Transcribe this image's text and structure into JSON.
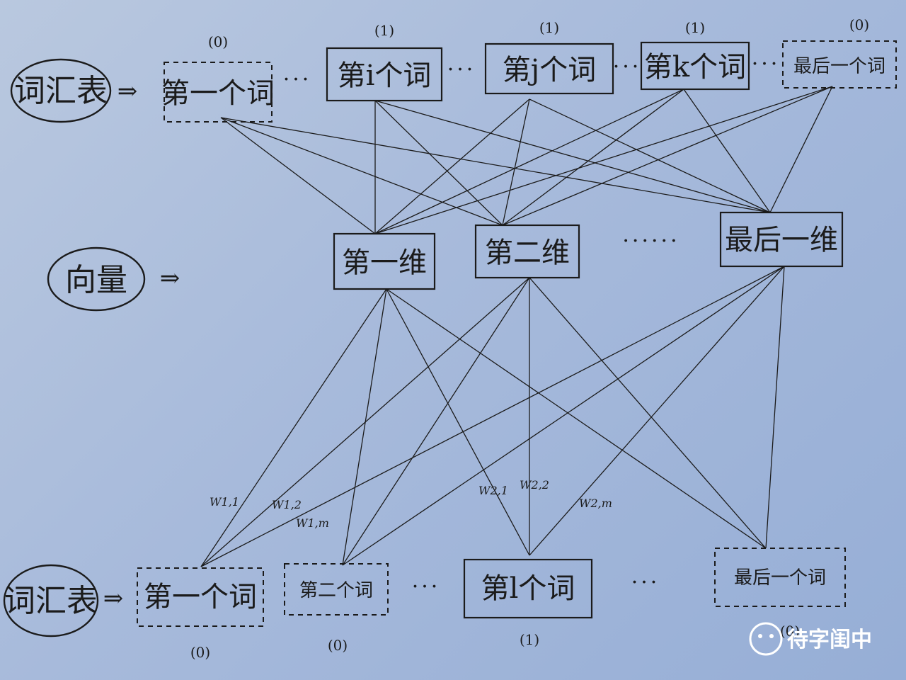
{
  "rows": {
    "top": {
      "label": "词汇表",
      "arrow": "⇒",
      "words": [
        {
          "text": "第一个词",
          "state": "(0)",
          "dashed": true
        },
        {
          "text": "第i个词",
          "state": "(1)",
          "dashed": false
        },
        {
          "text": "第j个词",
          "state": "(1)",
          "dashed": false
        },
        {
          "text": "第k个词",
          "state": "(1)",
          "dashed": false
        },
        {
          "text": "最后一个词",
          "state": "(0)",
          "dashed": true
        }
      ],
      "ellipsis": "···"
    },
    "middle": {
      "label": "向量",
      "arrow": "⇒",
      "dims": [
        "第一维",
        "第二维",
        "最后一维"
      ],
      "ellipsis": "······"
    },
    "bottom": {
      "label": "词汇表",
      "arrow": "⇒",
      "words": [
        {
          "text": "第一个词",
          "state": "(0)",
          "dashed": true
        },
        {
          "text": "第二个词",
          "state": "(0)",
          "dashed": true
        },
        {
          "text": "第l个词",
          "state": "(1)",
          "dashed": false
        },
        {
          "text": "最后一个词",
          "state": "(0)",
          "dashed": true
        }
      ],
      "ellipsis": "···"
    }
  },
  "weights": [
    "W1,1",
    "W1,2",
    "W1,m",
    "W2,1",
    "W2,2",
    "W2,m"
  ],
  "watermark": "待字闺中"
}
